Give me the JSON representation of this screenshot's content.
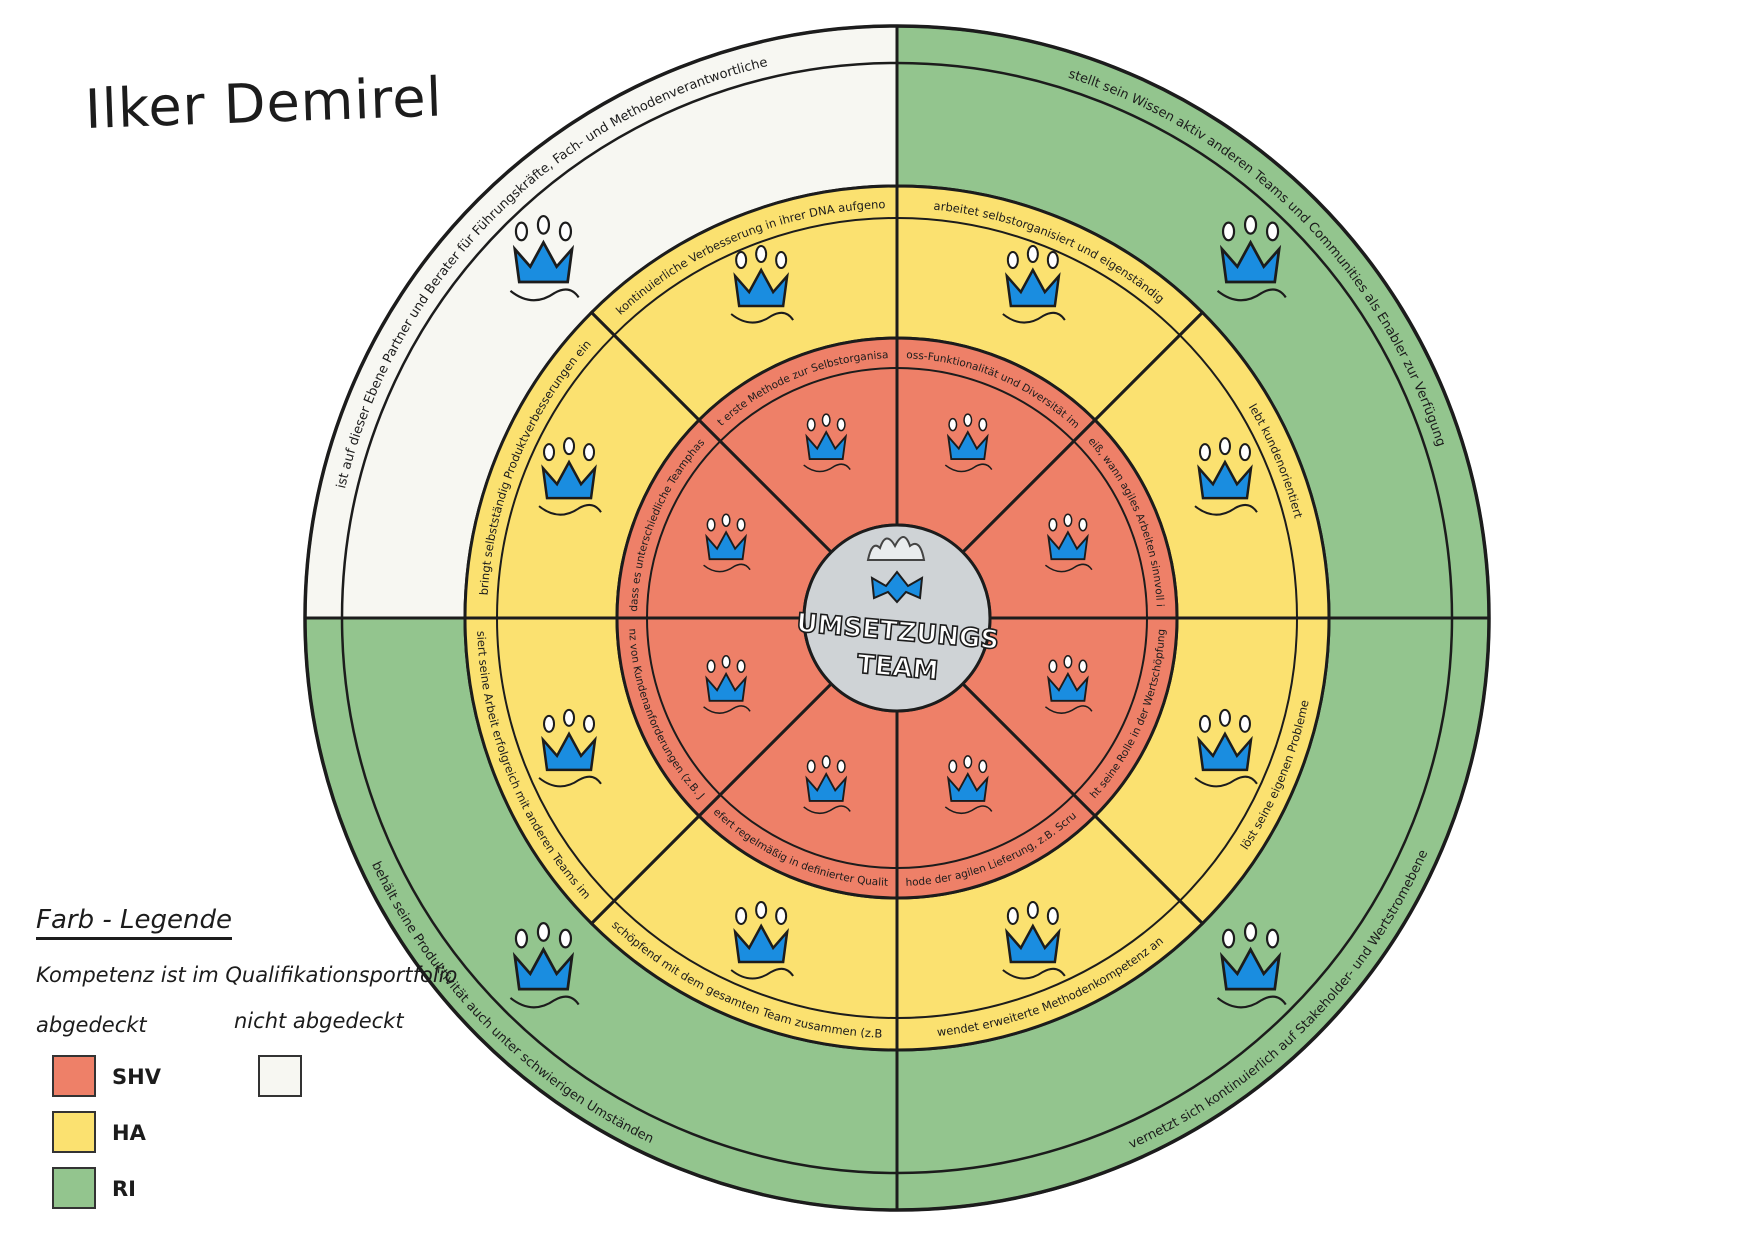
{
  "title": "Ilker Demirel",
  "center": {
    "line1": "UMSETZUNGS",
    "line2": "TEAM"
  },
  "colors": {
    "shv": "#ee8068",
    "ha": "#fbe170",
    "ri": "#93c58e",
    "none": "#f7f7f2",
    "ink": "#1c1c1c",
    "accent": "#1a8de0",
    "center_fill": "#cfd3d6"
  },
  "rings": {
    "outer": [
      {
        "text": "ist auf dieser Ebene Partner und Berater für Führungskräfte, Fach- und Methodenverantwortliche",
        "level": "none",
        "icon": "crown-lightbulb-icon"
      },
      {
        "text": "stellt sein Wissen aktiv anderen Teams und Communities als Enabler zur Verfügung",
        "level": "ri",
        "icon": "helping-hands-icon"
      },
      {
        "text": "vernetzt sich kontinuierlich auf Stakeholder- und Wertstromebene",
        "level": "ri",
        "icon": "ruler-network-icon"
      },
      {
        "text": "behält seine Produktivität auch unter schwierigen Umständen",
        "level": "ri",
        "icon": "path-boxes-icon"
      }
    ],
    "middle": [
      {
        "text": "hat die kontinuierliche Verbesserung in ihrer DNA aufgenommen",
        "level": "ha",
        "icon": "pdca-crown-icon"
      },
      {
        "text": "arbeitet selbstorganisiert und eigenständig",
        "level": "ha",
        "icon": "hands-crown-icon"
      },
      {
        "text": "lebt kundenorientiert",
        "level": "ha",
        "icon": "customer-thought-icon"
      },
      {
        "text": "löst seine eigenen Probleme",
        "level": "ha",
        "icon": "question-mark-icon"
      },
      {
        "text": "wendet erweiterte Methodenkompetenz an",
        "level": "ha",
        "icon": "gears-crown-icon"
      },
      {
        "text": "arbeitet wertschöpfend mit dem gesamten Team zusammen (z.B. PO und SM)",
        "level": "ha",
        "icon": "team-arrow-icon"
      },
      {
        "text": "synchronisiert seine Arbeit erfolgreich mit anderen Teams im Wertstrom",
        "level": "ha",
        "icon": "sync-loops-icon"
      },
      {
        "text": "bringt selbstständig Produktverbesserungen ein",
        "level": "ha",
        "icon": "improvement-boxes-icon"
      }
    ],
    "inner": [
      {
        "text": "nutzt erste Methode zur Selbstorganisation",
        "level": "shv",
        "icon": "clouds-crown-icon"
      },
      {
        "text": "versteht den Nutzen von Cross-Funktionalität und Diversität im Team zur Wertgenerierung",
        "level": "shv",
        "icon": "brainstorm-crown-icon"
      },
      {
        "text": "weiß, wann agiles Arbeiten sinnvoll ist",
        "level": "shv",
        "icon": "sparkle-crown-icon"
      },
      {
        "text": "versteht seine Rolle in der Wertschöpfungskette",
        "level": "shv",
        "icon": "value-chain-icon"
      },
      {
        "text": "nutzt eine Methode der agilen Lieferung, z.B. Scrum oder Kanban",
        "level": "shv",
        "icon": "board-cycle-icon"
      },
      {
        "text": "Liefert regelmäßig in definierter Qualität",
        "level": "shv",
        "icon": "delivery-timeline-icon"
      },
      {
        "text": "versteht Relevanz von Kundenanforderungen (z.B. Jobs to be done)",
        "level": "shv",
        "icon": "building-crown-icon"
      },
      {
        "text": "weiß, dass es unterschiedliche Teamphasen gibt",
        "level": "shv",
        "icon": "alarm-clock-icon"
      }
    ]
  },
  "legend": {
    "title": "Farb - Legende",
    "subtitle": "Kompetenz ist im Qualifikationsportfolio",
    "covered_label": "abgedeckt",
    "not_covered_label": "nicht abgedeckt",
    "items": [
      {
        "label": "SHV",
        "color": "#ee8068"
      },
      {
        "label": "HA",
        "color": "#fbe170"
      },
      {
        "label": "RI",
        "color": "#93c58e"
      }
    ],
    "not_covered_color": "#f7f7f2"
  }
}
